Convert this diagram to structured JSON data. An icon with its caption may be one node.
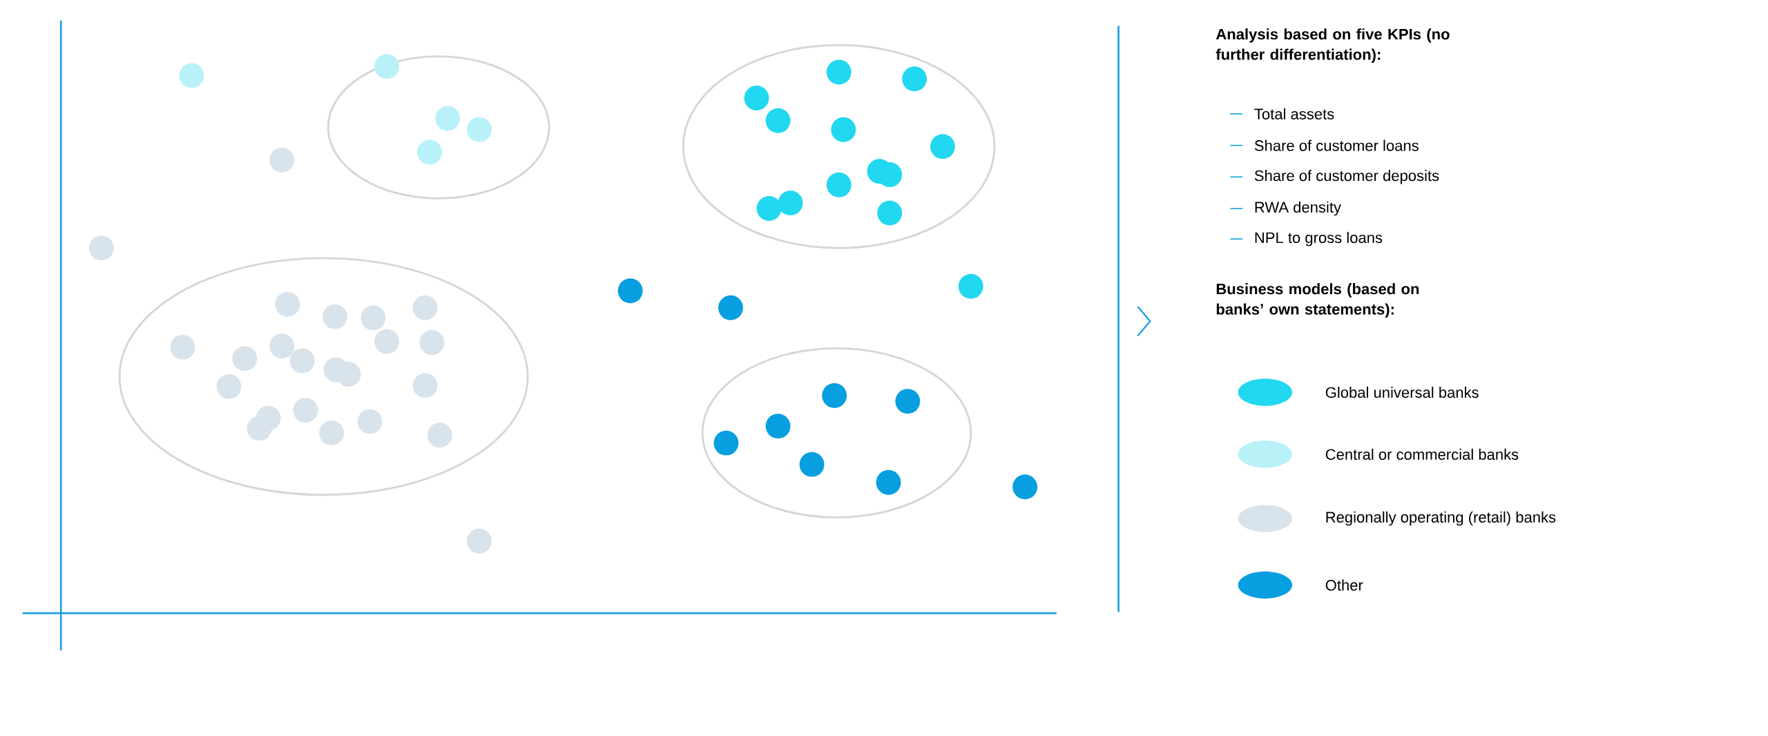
{
  "diagram": {
    "labels": [
      "Analysis based on five KPIs (no further differentiation):",
      "Total assets",
      "Share of customer loans",
      "Share of customer deposits",
      "RWA density",
      "NPL to gross loans",
      "Business models (based on banks’ own statements):"
    ],
    "legend": [
      {
        "text": "Global universal banks",
        "color": "#22d8f0"
      },
      {
        "text": "Central or commercial banks",
        "color": "#b9f1f8"
      },
      {
        "text": "Regionally operating (retail) banks",
        "color": "#d9e3eb"
      },
      {
        "text": "Other",
        "color": "#079fe0"
      }
    ]
  }
}
